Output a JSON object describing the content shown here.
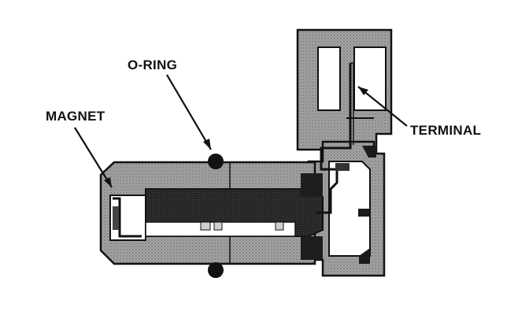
{
  "labels": {
    "o_ring": "O-RING",
    "magnet": "MAGNET",
    "terminal": "TERMINAL"
  },
  "colors": {
    "ink": "#111111",
    "housing_fill": "#9a9a9a",
    "dark_fill": "#2a2a2a",
    "paper": "#ffffff"
  }
}
